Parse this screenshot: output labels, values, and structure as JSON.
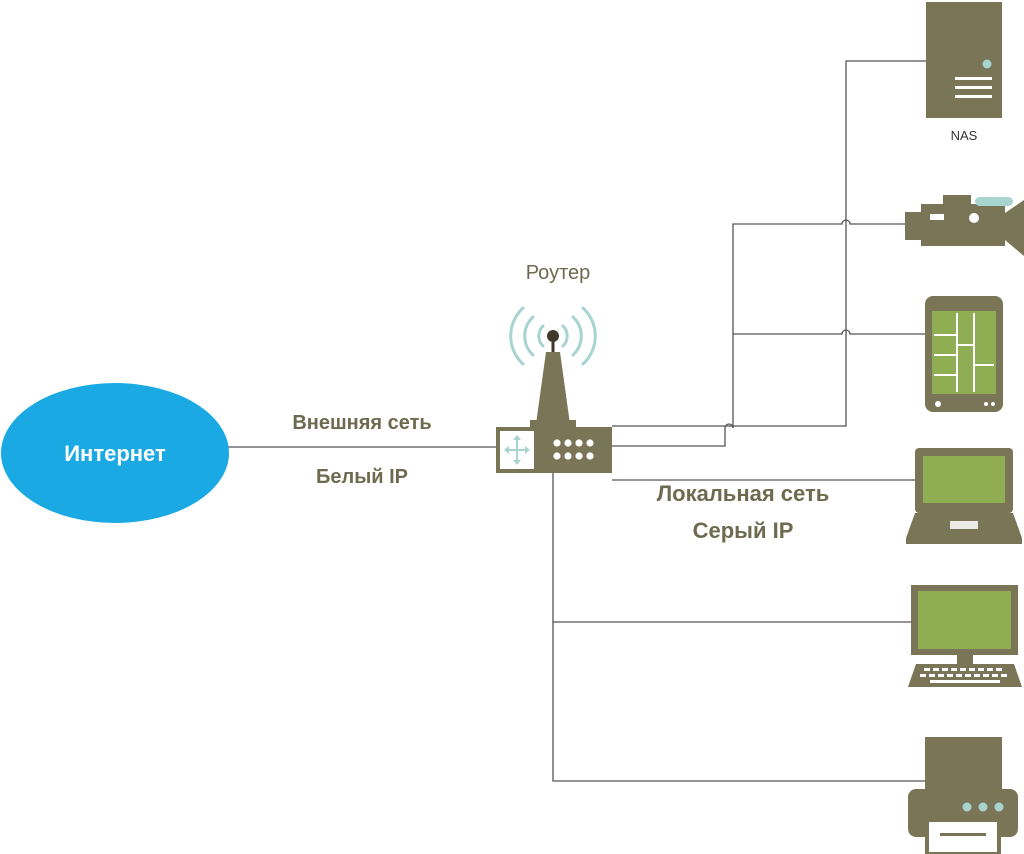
{
  "internet": {
    "label": "Интернет"
  },
  "router": {
    "label": "Роутер"
  },
  "external": {
    "line1": "Внешняя сеть",
    "line2": "Белый IP"
  },
  "local": {
    "line1": "Локальная сеть",
    "line2": "Серый IP"
  },
  "devices": {
    "nas_label": "NAS"
  },
  "colors": {
    "device": "#7b7558",
    "screen": "#8fae53",
    "internet": "#1aa9e2",
    "label": "#6e6a4f",
    "line": "#555555",
    "accent": "#a8d4d0"
  }
}
